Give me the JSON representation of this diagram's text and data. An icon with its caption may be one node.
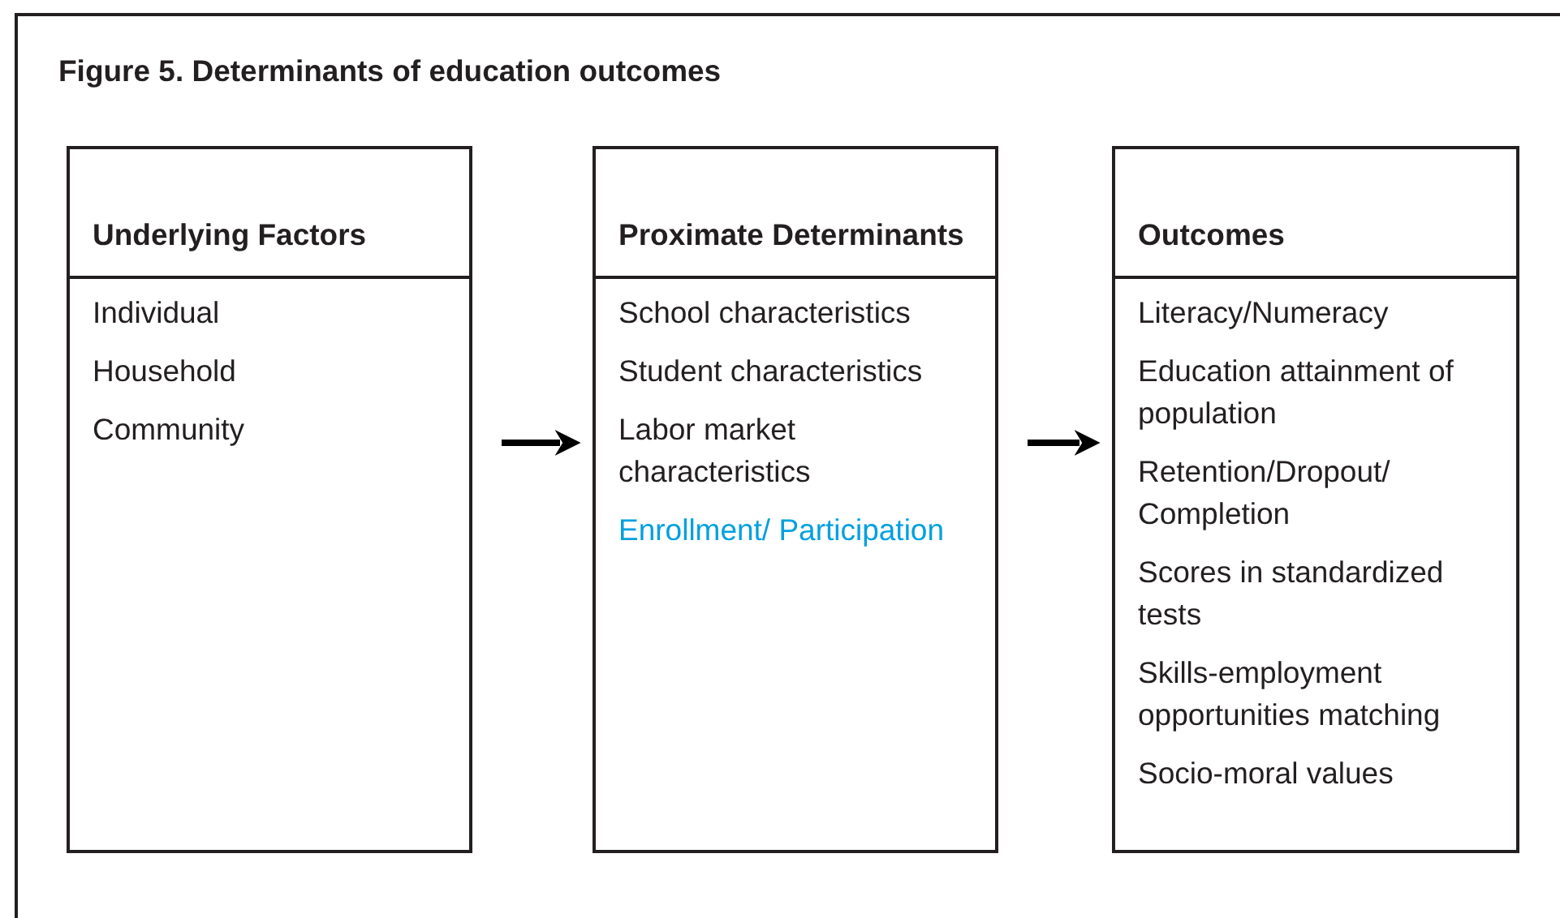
{
  "diagram": {
    "title": "Figure 5. Determinants of education outcomes",
    "nodes": [
      {
        "text": [
          "Underlying Factors",
          "Individual",
          "Household",
          "Community"
        ]
      },
      {
        "text": [
          "Proximate Determinants",
          "School characteristics",
          "Student characteristics",
          "Labor market characteristics",
          "Enrollment/ Participation"
        ]
      },
      {
        "text": [
          "Outcomes",
          "Literacy/Numeracy",
          "Education attainment of population",
          "Retention/Dropout/ Completion",
          "Scores in standardized tests",
          "Skills-employment opportunities matching",
          "Socio-moral values"
        ]
      }
    ],
    "edges": [
      {
        "from": 0,
        "to": 1,
        "arrow": "to"
      },
      {
        "from": 1,
        "to": 2,
        "arrow": "to"
      }
    ]
  }
}
